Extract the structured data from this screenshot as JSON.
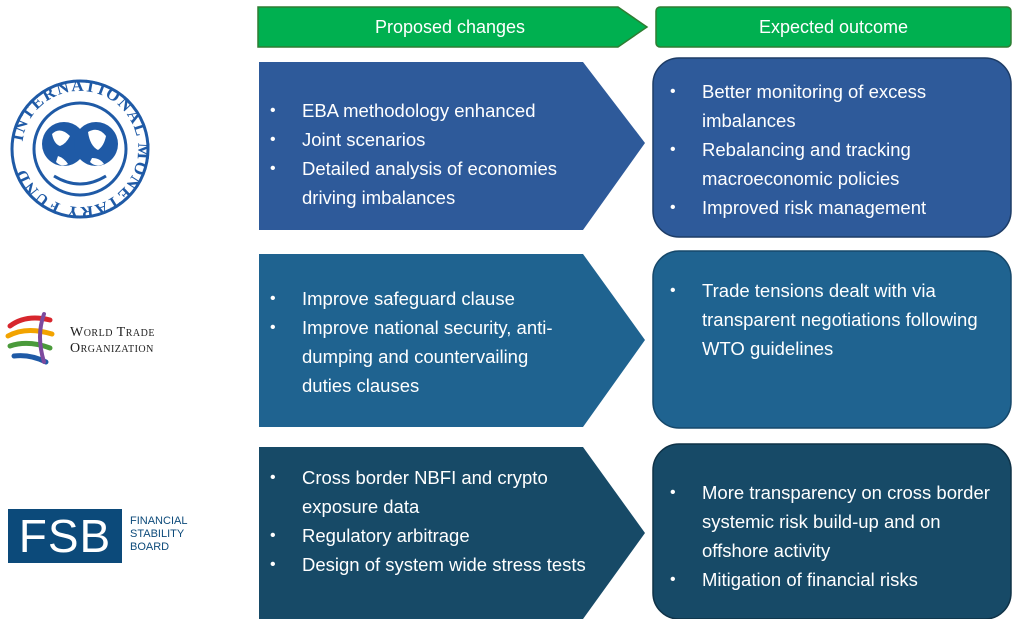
{
  "headers": {
    "proposed": "Proposed changes",
    "expected": "Expected outcome"
  },
  "colors": {
    "header_green": "#00b050",
    "header_border": "#2e7d32",
    "row1": "#2e5a9a",
    "row2": "#1f6390",
    "row3": "#174a67"
  },
  "logos": {
    "imf": {
      "ring_text": "INTERNATIONAL MONETARY FUND",
      "icon": "globe-icon"
    },
    "wto": {
      "line1": "World Trade",
      "line2": "Organization",
      "icon": "wto-swoosh-icon"
    },
    "fsb": {
      "acronym": "FSB",
      "line1": "FINANCIAL",
      "line2": "STABILITY",
      "line3": "BOARD"
    }
  },
  "rows": [
    {
      "proposed": [
        "EBA methodology  enhanced",
        "Joint scenarios",
        "Detailed analysis of economies driving imbalances"
      ],
      "expected": [
        "Better monitoring of excess imbalances",
        "Rebalancing and tracking macroeconomic  policies",
        "Improved risk management"
      ]
    },
    {
      "proposed": [
        "Improve safeguard clause",
        "Improve national security, anti-dumping and countervailing duties clauses"
      ],
      "expected": [
        "Trade tensions dealt with via transparent negotiations following WTO guidelines"
      ]
    },
    {
      "proposed": [
        "Cross border NBFI and crypto exposure data",
        "Regulatory arbitrage",
        "Design of system wide stress tests"
      ],
      "expected": [
        "More transparency on cross border systemic risk build-up and on offshore activity",
        "Mitigation of financial risks"
      ]
    }
  ]
}
